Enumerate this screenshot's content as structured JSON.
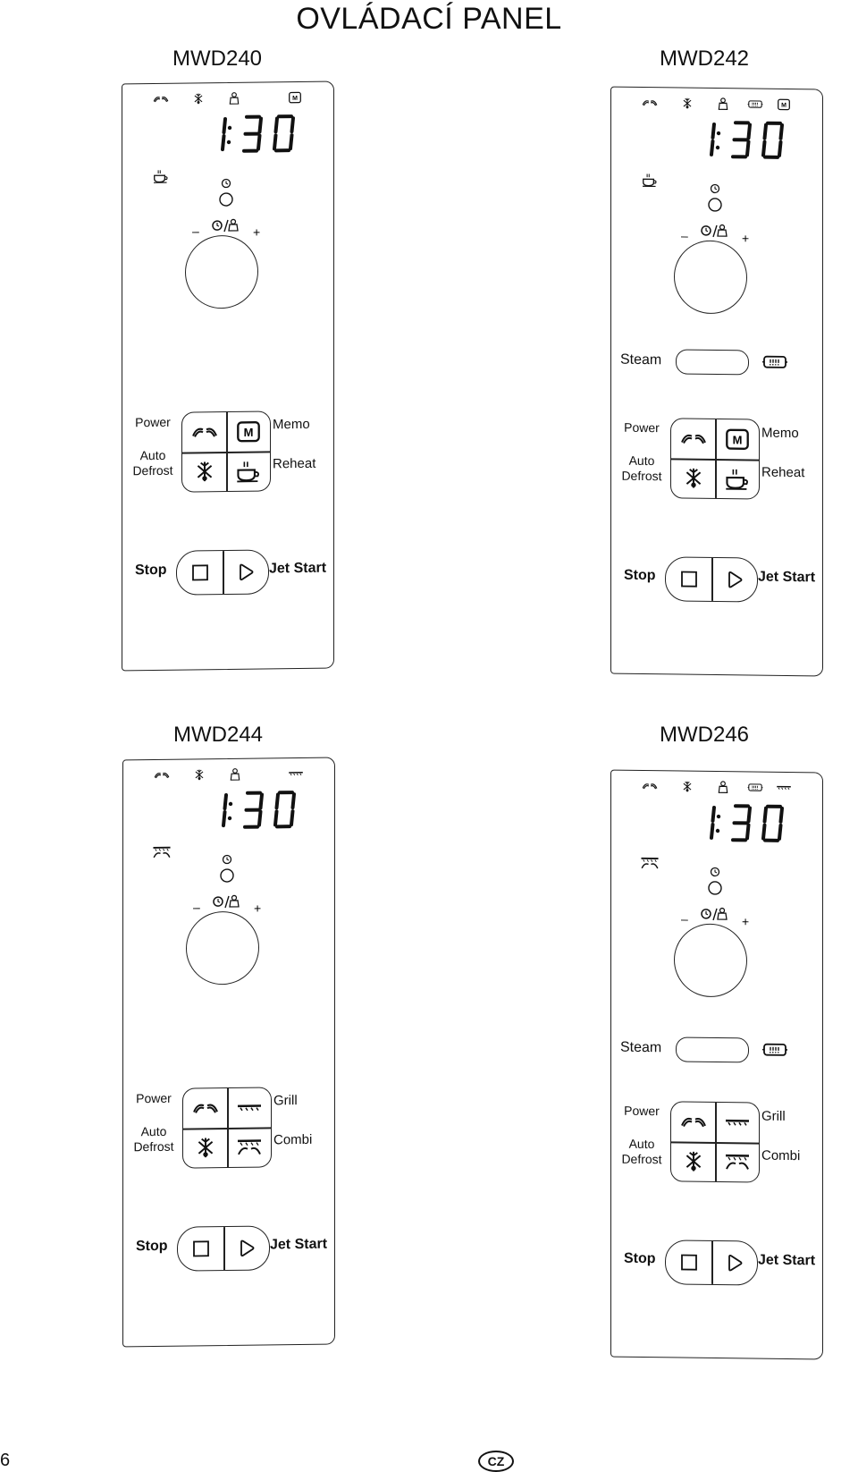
{
  "page": {
    "title": "OVLÁDACÍ PANEL",
    "page_number": "6",
    "country_badge": "CZ"
  },
  "panels": [
    {
      "model": "MWD240",
      "display_time": "1:30",
      "has_steam": false,
      "indicators": [
        "power-icon",
        "defrost-icon",
        "weight-icon",
        "memo-icon"
      ],
      "mode_indicator": "reheat-icon",
      "knob_minus": "–",
      "knob_plus": "+",
      "left_labels": {
        "top": "Power",
        "bottom_line1": "Auto",
        "bottom_line2": "Defrost"
      },
      "right_labels": {
        "top": "Memo",
        "bottom": "Reheat"
      },
      "keys": [
        "power-icon",
        "memo-icon",
        "defrost-icon",
        "reheat-icon"
      ],
      "stop_label": "Stop",
      "start_label": "Jet Start"
    },
    {
      "model": "MWD242",
      "display_time": "1:30",
      "has_steam": true,
      "steam_label": "Steam",
      "indicators": [
        "power-icon",
        "defrost-icon",
        "weight-icon",
        "steam-icon",
        "memo-icon"
      ],
      "mode_indicator": "reheat-icon",
      "knob_minus": "–",
      "knob_plus": "+",
      "left_labels": {
        "top": "Power",
        "bottom_line1": "Auto",
        "bottom_line2": "Defrost"
      },
      "right_labels": {
        "top": "Memo",
        "bottom": "Reheat"
      },
      "keys": [
        "power-icon",
        "memo-icon",
        "defrost-icon",
        "reheat-icon"
      ],
      "stop_label": "Stop",
      "start_label": "Jet Start"
    },
    {
      "model": "MWD244",
      "display_time": "1:30",
      "has_steam": false,
      "indicators": [
        "power-icon",
        "defrost-icon",
        "weight-icon",
        "grill-icon"
      ],
      "mode_indicator": "combi-icon",
      "knob_minus": "–",
      "knob_plus": "+",
      "left_labels": {
        "top": "Power",
        "bottom_line1": "Auto",
        "bottom_line2": "Defrost"
      },
      "right_labels": {
        "top": "Grill",
        "bottom": "Combi"
      },
      "keys": [
        "power-icon",
        "grill-icon",
        "defrost-icon",
        "combi-icon"
      ],
      "stop_label": "Stop",
      "start_label": "Jet Start"
    },
    {
      "model": "MWD246",
      "display_time": "1:30",
      "has_steam": true,
      "steam_label": "Steam",
      "indicators": [
        "power-icon",
        "defrost-icon",
        "weight-icon",
        "steam-icon",
        "grill-icon"
      ],
      "mode_indicator": "combi-icon",
      "knob_minus": "–",
      "knob_plus": "+",
      "left_labels": {
        "top": "Power",
        "bottom_line1": "Auto",
        "bottom_line2": "Defrost"
      },
      "right_labels": {
        "top": "Grill",
        "bottom": "Combi"
      },
      "keys": [
        "power-icon",
        "grill-icon",
        "defrost-icon",
        "combi-icon"
      ],
      "stop_label": "Stop",
      "start_label": "Jet Start"
    }
  ]
}
